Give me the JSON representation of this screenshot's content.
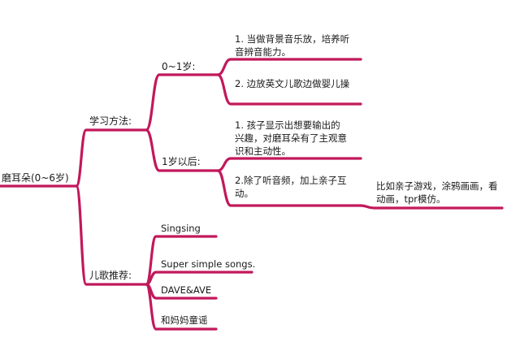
{
  "colors": {
    "branch": "#c2185b"
  },
  "mindmap": {
    "root": "磨耳朵(0~6岁)",
    "study": {
      "label": "学习方法:",
      "age01": {
        "label": "0~1岁:",
        "tip1": "1. 当做背景音乐放，培养听音辨音能力。",
        "tip2": "2. 边放英文儿歌边做婴儿操"
      },
      "age1plus": {
        "label": "1岁以后:",
        "tip1": "1. 孩子显示出想要输出的兴趣，对磨耳朵有了主观意识和主动性。",
        "tip2": "2.除了听音频，加上亲子互动。",
        "tip2_example": "比如亲子游戏，涂鸦画画，看动画，tpr模仿。"
      }
    },
    "songs": {
      "label": "儿歌推荐:",
      "items": [
        "Singsing",
        "Super simple songs.",
        "DAVE&AVE",
        "和妈妈童谣"
      ]
    }
  }
}
